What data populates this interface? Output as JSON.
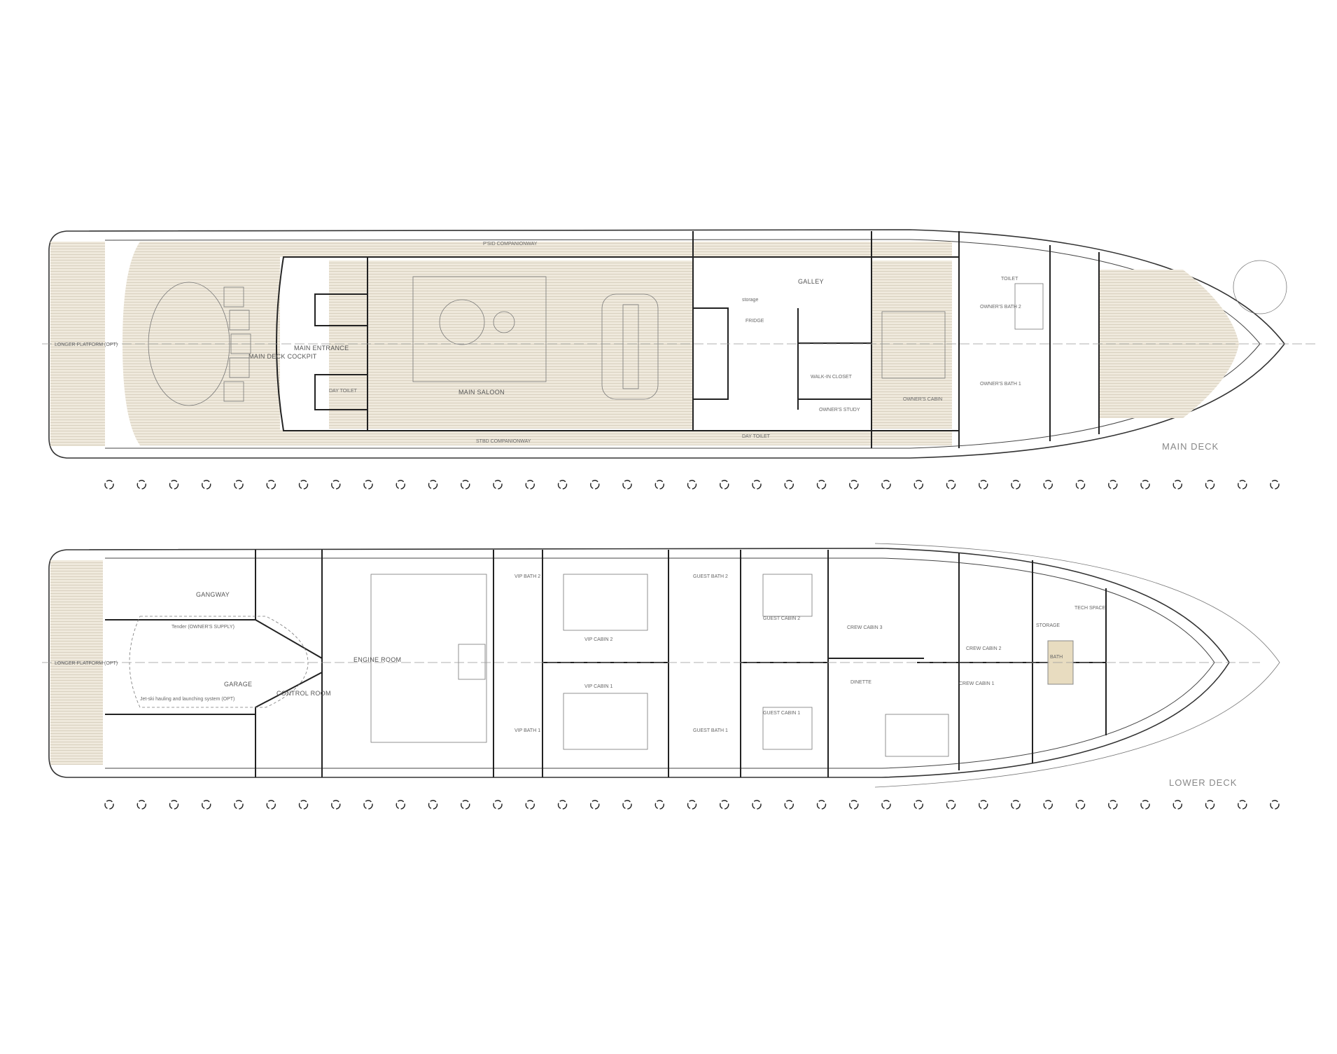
{
  "main_deck": {
    "title": "MAIN DECK",
    "labels": {
      "platform": "LONGER PLATFORM (OPT)",
      "cockpit": "MAIN DECK COCKPIT",
      "entrance": "MAIN ENTRANCE",
      "day_toilet_aft": "DAY TOILET",
      "saloon": "MAIN SALOON",
      "ps_companionway": "P'SID COMPANIONWAY",
      "sb_companionway": "STBD COMPANIONWAY",
      "galley": "GALLEY",
      "day_toilet_fwd": "DAY TOILET",
      "walk_in": "WALK-IN CLOSET",
      "study": "OWNER'S STUDY",
      "cabin": "OWNER'S CABIN",
      "bath1": "OWNER'S BATH 1",
      "bath2": "OWNER'S BATH 2",
      "toilet": "TOILET",
      "fridge": "FRIDGE",
      "storage": "storage"
    }
  },
  "lower_deck": {
    "title": "LOWER DECK",
    "labels": {
      "platform": "LONGER PLATFORM (OPT)",
      "gangway": "GANGWAY",
      "tender": "Tender (OWNER'S SUPPLY)",
      "garage": "GARAGE",
      "jetski": "Jet-ski hauling and launching system (OPT)",
      "control": "CONTROL ROOM",
      "engine": "ENGINE ROOM",
      "vip_bath2": "VIP BATH 2",
      "vip_bath1": "VIP BATH 1",
      "vip_cabin2": "VIP CABIN 2",
      "vip_cabin1": "VIP CABIN 1",
      "guest_bath2": "GUEST BATH 2",
      "guest_bath1": "GUEST BATH 1",
      "guest_cabin2": "GUEST CABIN 2",
      "guest_cabin1": "GUEST CABIN 1",
      "dinette": "DINETTE",
      "crew_cabin3": "CREW CABIN 3",
      "crew_cabin2": "CREW CABIN 2",
      "crew_cabin1": "CREW CABIN 1",
      "bath": "BATH",
      "storage": "STORAGE",
      "tech_space": "TECH SPACE"
    }
  },
  "frames": {
    "count": 37
  }
}
